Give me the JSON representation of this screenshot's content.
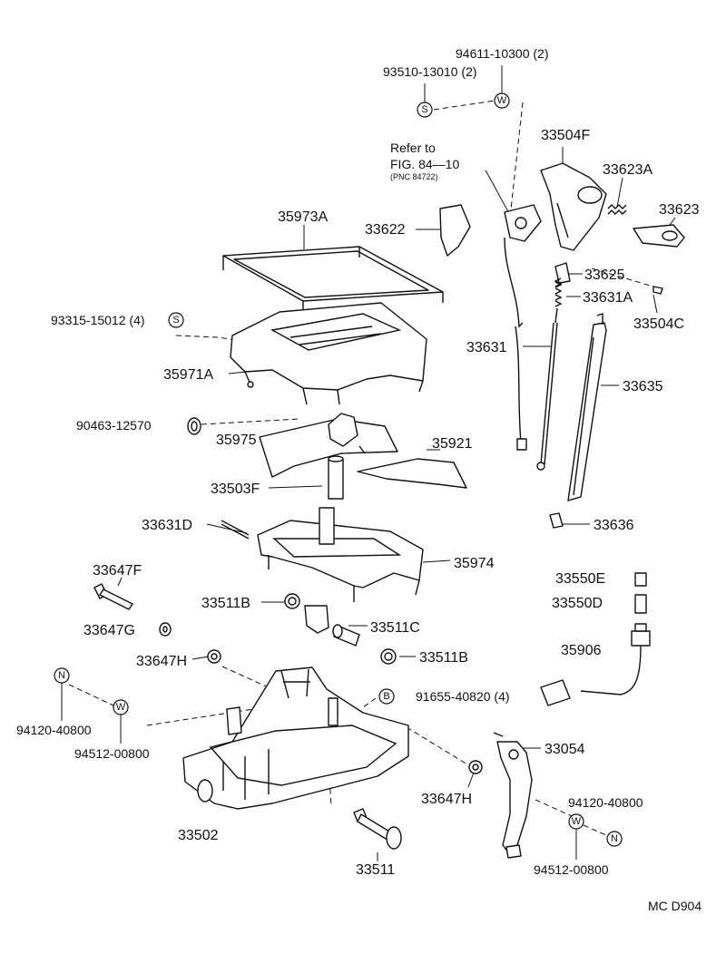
{
  "callouts": [
    {
      "id": "94611-10300",
      "text": "94611-10300 (2)"
    },
    {
      "id": "93510-13010",
      "text": "93510-13010 (2)"
    },
    {
      "id": "33504F",
      "text": "33504F"
    },
    {
      "id": "33623A",
      "text": "33623A"
    },
    {
      "id": "33623",
      "text": "33623"
    },
    {
      "id": "33622",
      "text": "33622"
    },
    {
      "id": "35973A",
      "text": "35973A"
    },
    {
      "id": "33625",
      "text": "33625"
    },
    {
      "id": "33631A",
      "text": "33631A"
    },
    {
      "id": "33504C",
      "text": "33504C"
    },
    {
      "id": "93315-15012",
      "text": "93315-15012 (4)"
    },
    {
      "id": "33631",
      "text": "33631"
    },
    {
      "id": "35971A",
      "text": "35971A"
    },
    {
      "id": "33635",
      "text": "33635"
    },
    {
      "id": "90463-12570",
      "text": "90463-12570"
    },
    {
      "id": "35975",
      "text": "35975"
    },
    {
      "id": "35921",
      "text": "35921"
    },
    {
      "id": "33503F",
      "text": "33503F"
    },
    {
      "id": "33631D",
      "text": "33631D"
    },
    {
      "id": "33636",
      "text": "33636"
    },
    {
      "id": "35974",
      "text": "35974"
    },
    {
      "id": "33647F",
      "text": "33647F"
    },
    {
      "id": "33550E",
      "text": "33550E"
    },
    {
      "id": "33511B-left",
      "text": "33511B"
    },
    {
      "id": "33550D",
      "text": "33550D"
    },
    {
      "id": "33511C",
      "text": "33511C"
    },
    {
      "id": "33647G",
      "text": "33647G"
    },
    {
      "id": "35906",
      "text": "35906"
    },
    {
      "id": "33647H-top",
      "text": "33647H"
    },
    {
      "id": "33511B-right",
      "text": "33511B"
    },
    {
      "id": "91655-40820",
      "text": "91655-40820 (4)"
    },
    {
      "id": "94120-40800-left",
      "text": "94120-40800"
    },
    {
      "id": "94512-00800-left",
      "text": "94512-00800"
    },
    {
      "id": "33054",
      "text": "33054"
    },
    {
      "id": "33647H-bottom",
      "text": "33647H"
    },
    {
      "id": "94120-40800-right",
      "text": "94120-40800"
    },
    {
      "id": "33502",
      "text": "33502"
    },
    {
      "id": "94512-00800-right",
      "text": "94512-00800"
    },
    {
      "id": "33511",
      "text": "33511"
    }
  ],
  "reference": {
    "line1": "Refer to",
    "line2": "FIG. 84—10",
    "line3": "(PNC 84722)"
  },
  "fastener_codes": {
    "W": "W",
    "S": "S",
    "N": "N",
    "B": "B"
  },
  "corner_code": "MC D904"
}
